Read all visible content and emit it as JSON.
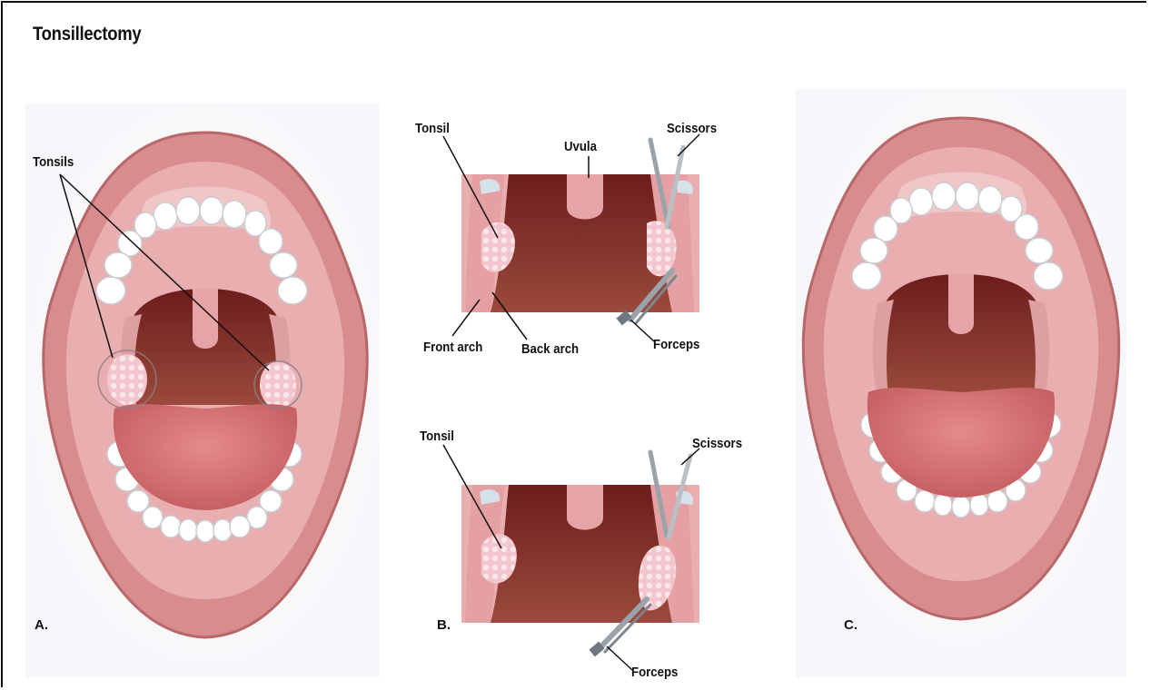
{
  "title": "Tonsillectomy",
  "panels": {
    "a": {
      "letter": "A.",
      "labels": {
        "tonsils": "Tonsils"
      }
    },
    "b_top": {
      "letter": "B.",
      "labels": {
        "tonsil": "Tonsil",
        "uvula": "Uvula",
        "scissors": "Scissors",
        "front_arch": "Front arch",
        "back_arch": "Back arch",
        "forceps": "Forceps"
      }
    },
    "b_bottom": {
      "labels": {
        "tonsil": "Tonsil",
        "scissors": "Scissors",
        "forceps": "Forceps"
      }
    },
    "c": {
      "letter": "C."
    }
  },
  "colors": {
    "lip": "#d98c8e",
    "lip_dark": "#b86769",
    "mouth_inner": "#e9aeb0",
    "throat": "#7a2424",
    "throat_light": "#9a3a36",
    "tongue": "#d9777a",
    "teeth": "#ffffff",
    "tonsil": "#f3c9cf",
    "instrument": "#9aa3aa",
    "glow": "#fbe3d6"
  }
}
